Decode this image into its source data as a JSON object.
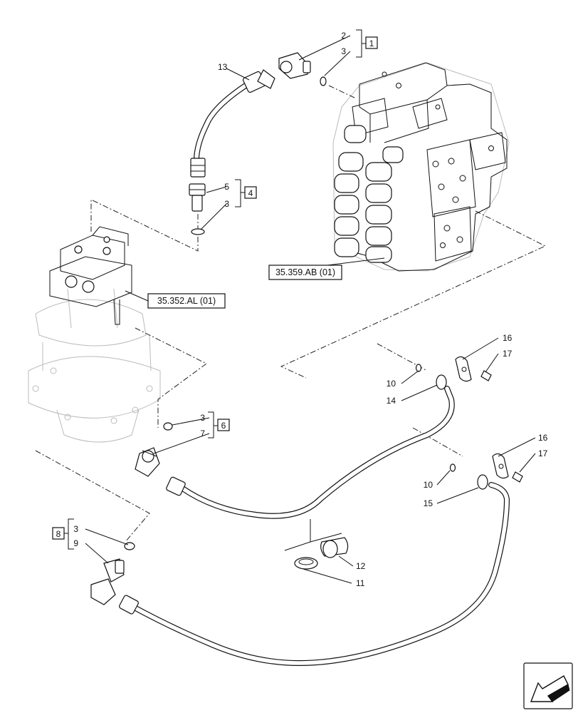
{
  "callouts": {
    "c13": "13",
    "c2": "2",
    "c3a": "3",
    "c1": "1",
    "c5": "5",
    "c3b": "3",
    "c4": "4",
    "c3c": "3",
    "c7": "7",
    "c6": "6",
    "c3d": "3",
    "c9": "9",
    "c8": "8",
    "c16a": "16",
    "c17a": "17",
    "c10a": "10",
    "c14": "14",
    "c16b": "16",
    "c17b": "17",
    "c10b": "10",
    "c15": "15",
    "c12": "12",
    "c11": "11"
  },
  "references": {
    "control_valve": "35.359.AB (01)",
    "swing_motor": "35.352.AL (01)"
  },
  "icons": {
    "orientation": "arrow-icon"
  }
}
